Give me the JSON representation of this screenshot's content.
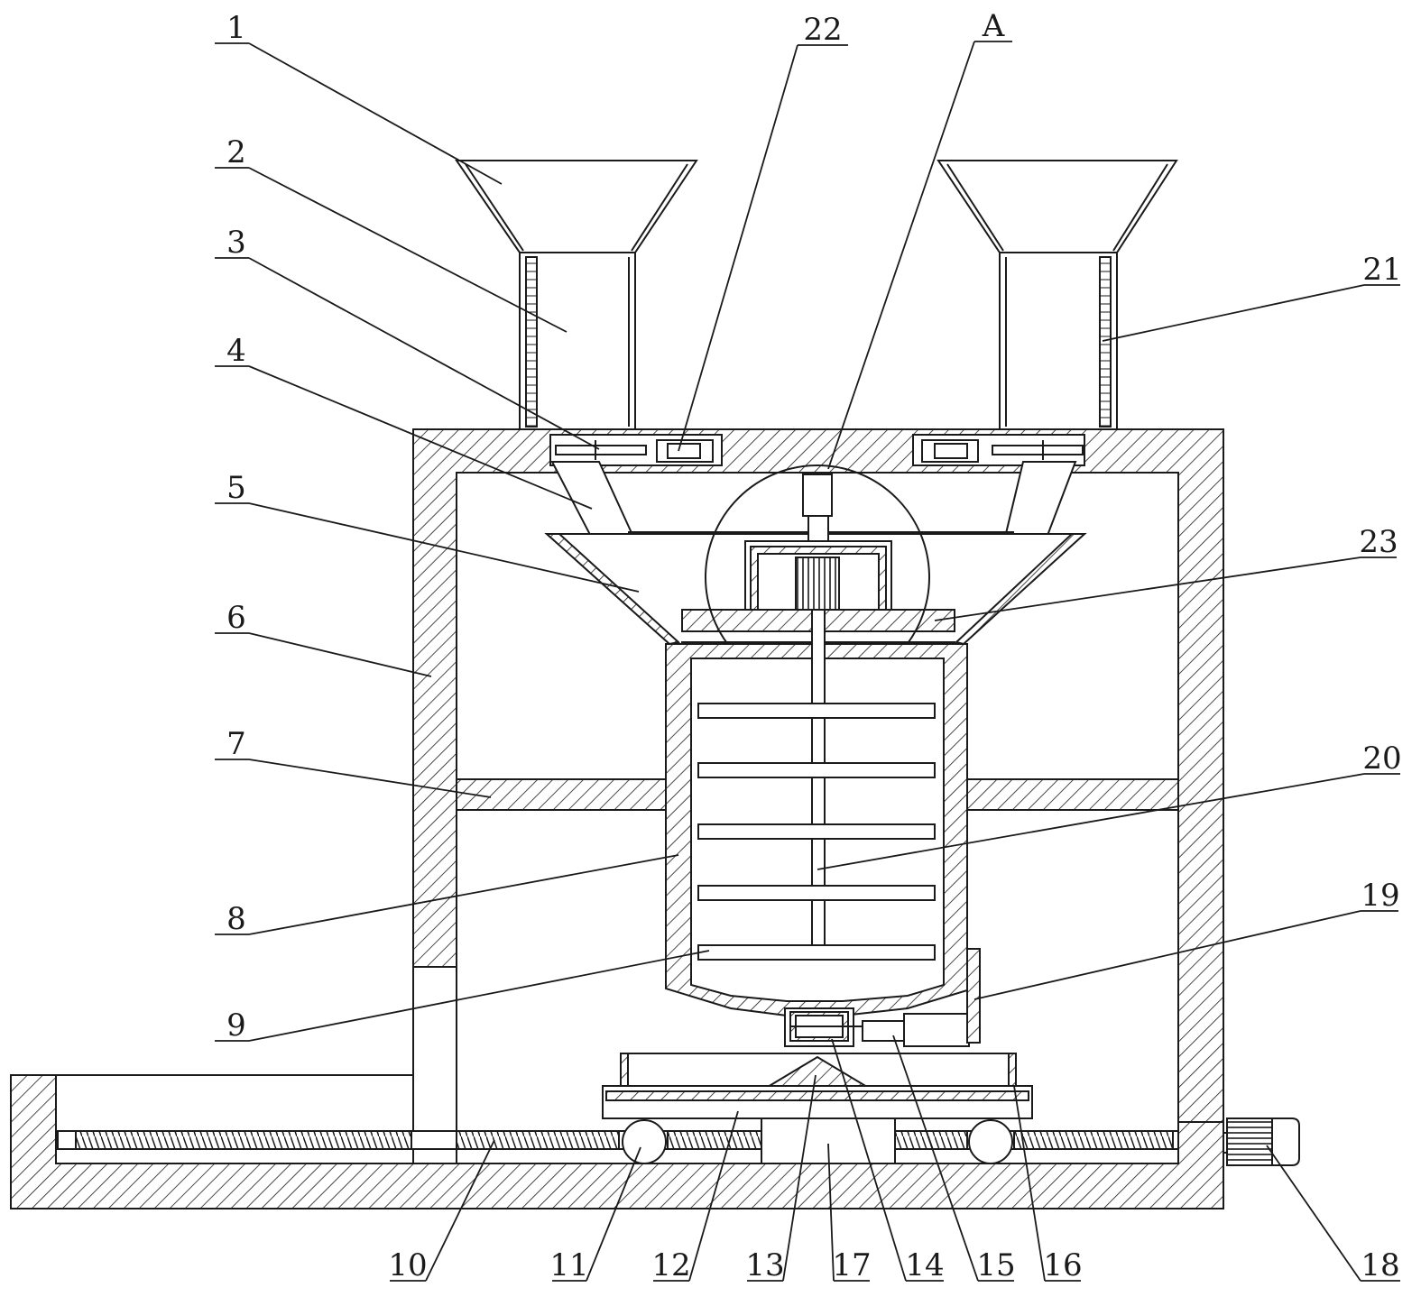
{
  "diagram": {
    "type": "mechanical-cross-section",
    "line_color": "#1a1a1a",
    "background": "#ffffff",
    "labels": {
      "l1": "1",
      "l2": "2",
      "l3": "3",
      "l4": "4",
      "l5": "5",
      "l6": "6",
      "l7": "7",
      "l8": "8",
      "l9": "9",
      "l10": "10",
      "l11": "11",
      "l12": "12",
      "l13": "13",
      "l14": "14",
      "l15": "15",
      "l16": "16",
      "l17": "17",
      "l18": "18",
      "l19": "19",
      "l20": "20",
      "l21": "21",
      "l22": "22",
      "l23": "23",
      "lA": "A"
    }
  }
}
